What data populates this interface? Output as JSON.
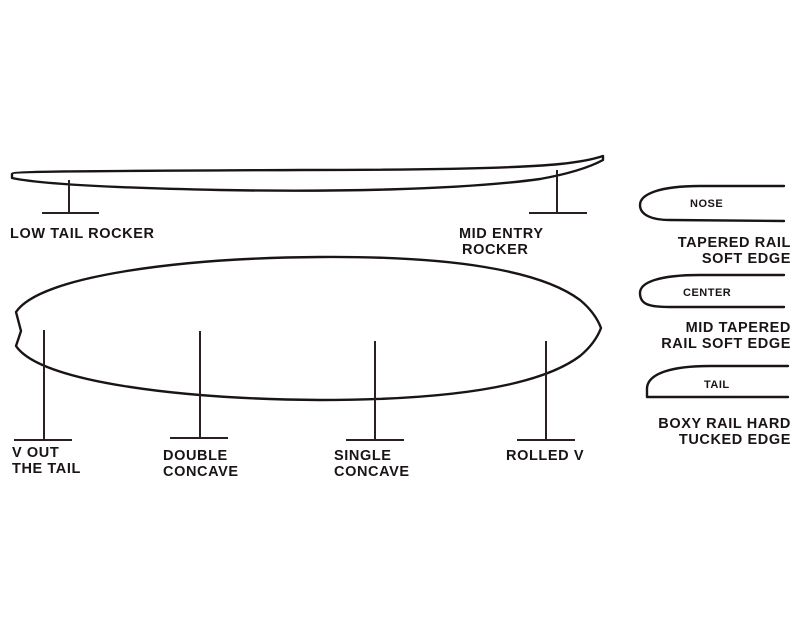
{
  "rocker": {
    "tail_label": "LOW TAIL ROCKER",
    "entry_label_line1": "MID ENTRY",
    "entry_label_line2": "ROCKER"
  },
  "bottom": {
    "v_tail_line1": "V OUT",
    "v_tail_line2": "THE TAIL",
    "double_line1": "DOUBLE",
    "double_line2": "CONCAVE",
    "single_line1": "SINGLE",
    "single_line2": "CONCAVE",
    "rolled": "ROLLED V"
  },
  "rails": {
    "nose_tag": "NOSE",
    "nose_line1": "TAPERED RAIL",
    "nose_line2": "SOFT EDGE",
    "center_tag": "CENTER",
    "center_line1": "MID TAPERED",
    "center_line2": "RAIL SOFT EDGE",
    "tail_tag": "TAIL",
    "tail_line1": "BOXY RAIL HARD",
    "tail_line2": "TUCKED EDGE"
  },
  "colors": {
    "ink": "#1a1414",
    "background": "#ffffff"
  }
}
